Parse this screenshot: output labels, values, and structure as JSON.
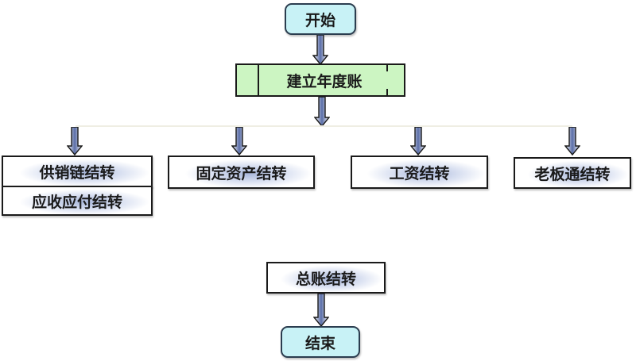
{
  "flowchart": {
    "start": {
      "label": "开始"
    },
    "setup": {
      "label": "建立年度账"
    },
    "branches": [
      {
        "label": "供销链结转",
        "sub": "应收应付结转"
      },
      {
        "label": "固定资产结转"
      },
      {
        "label": "工资结转"
      },
      {
        "label": "老板通结转"
      }
    ],
    "ledger": {
      "label": "总账结转"
    },
    "end": {
      "label": "结束"
    }
  },
  "colors": {
    "terminal_fill": "#c8f2f6",
    "predefined_fill": "#ccf5c2",
    "process_gradient": "#a9b8dc",
    "arrow_fill": "#6f7fb3"
  }
}
